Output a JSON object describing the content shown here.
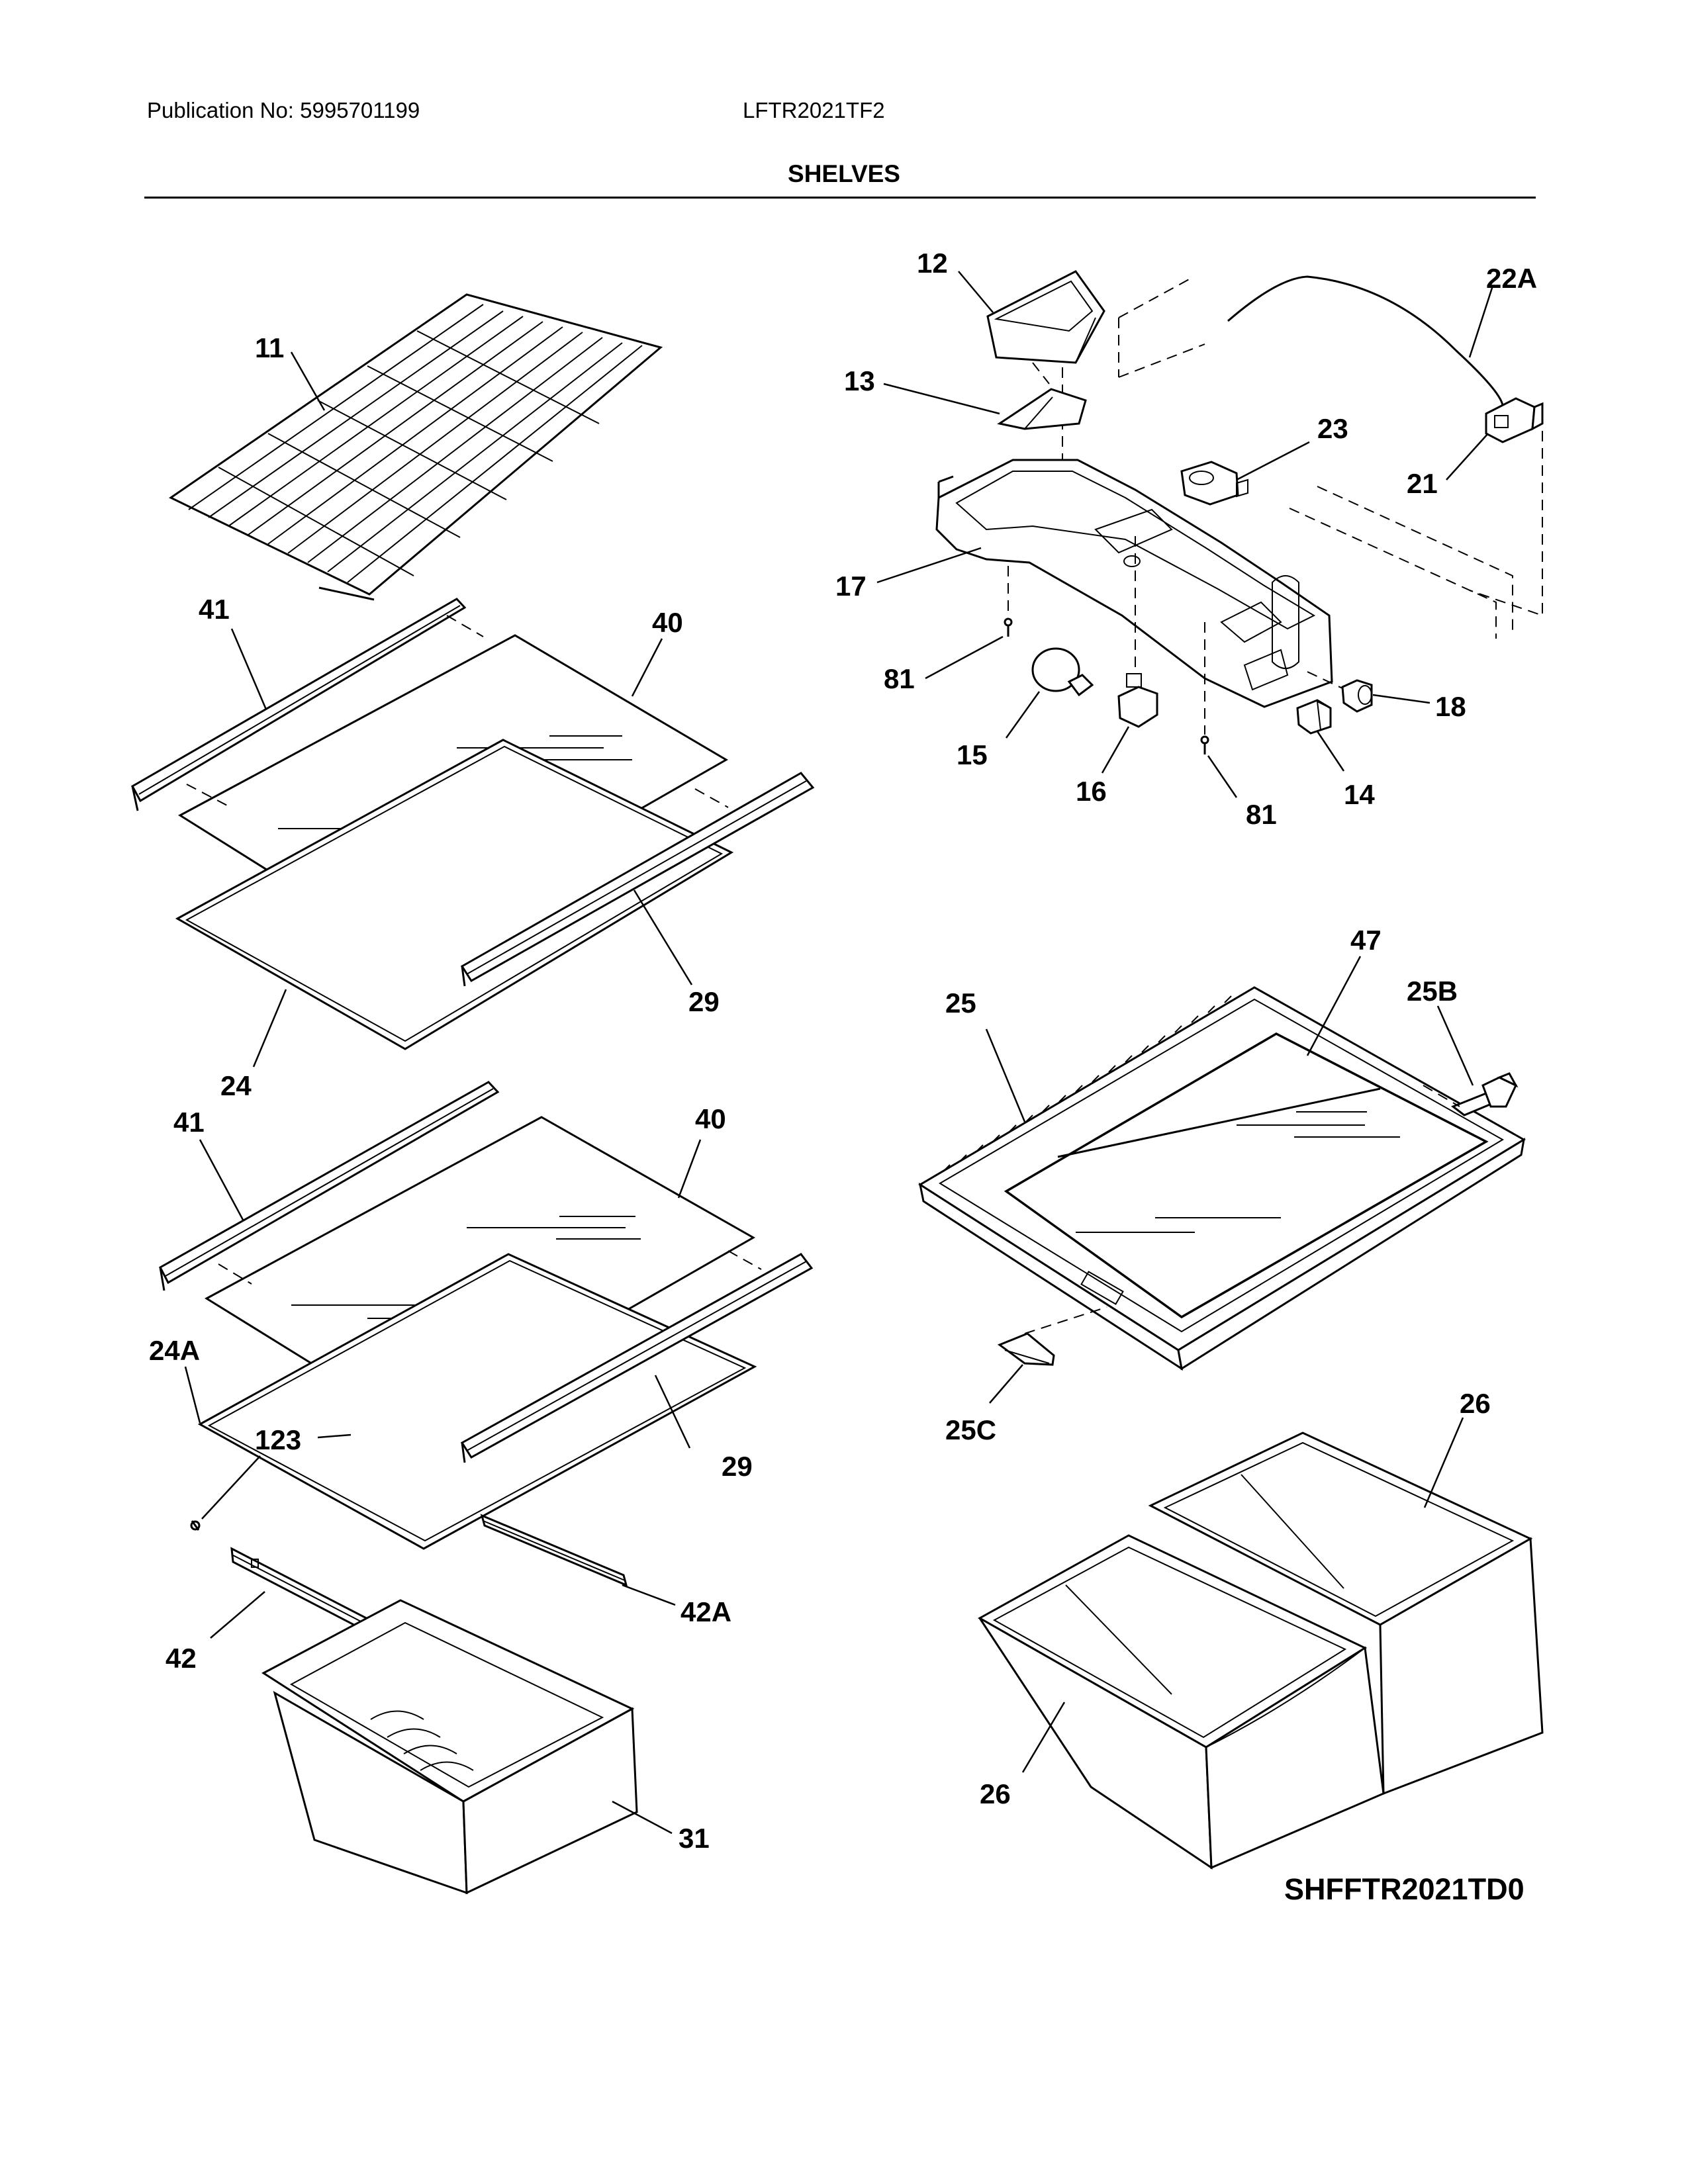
{
  "header": {
    "publication": "Publication No: 5995701199",
    "model": "LFTR2021TF2",
    "section_title": "SHELVES"
  },
  "diagram": {
    "code": "SHFFTR2021TD0",
    "callouts": {
      "c11": "11",
      "c41a": "41",
      "c40a": "40",
      "c29a": "29",
      "c24": "24",
      "c41b": "41",
      "c40b": "40",
      "c24A": "24A",
      "c123": "123",
      "c29b": "29",
      "c42A": "42A",
      "c42": "42",
      "c31": "31",
      "c12": "12",
      "c13": "13",
      "c17": "17",
      "c81a": "81",
      "c15": "15",
      "c16": "16",
      "c81b": "81",
      "c14": "14",
      "c18": "18",
      "c21": "21",
      "c22A": "22A",
      "c23": "23",
      "c25": "25",
      "c47": "47",
      "c25B": "25B",
      "c25C": "25C",
      "c26a": "26",
      "c26b": "26"
    }
  }
}
